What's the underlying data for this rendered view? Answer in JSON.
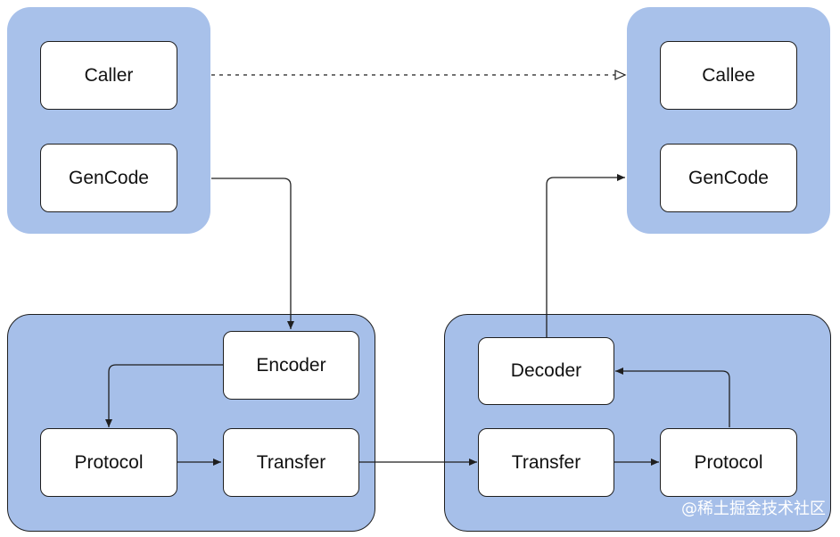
{
  "groups": [
    {
      "id": "caller-group"
    },
    {
      "id": "callee-group"
    },
    {
      "id": "client-transport-group"
    },
    {
      "id": "server-transport-group"
    }
  ],
  "nodes": {
    "caller": "Caller",
    "caller_gencode": "GenCode",
    "callee": "Callee",
    "callee_gencode": "GenCode",
    "encoder": "Encoder",
    "client_protocol": "Protocol",
    "client_transfer": "Transfer",
    "decoder": "Decoder",
    "server_transfer": "Transfer",
    "server_protocol": "Protocol"
  },
  "watermark": "@稀土掘金技术社区",
  "colors": {
    "group_fill": "#a8c1ea",
    "node_fill": "#ffffff",
    "stroke": "#1f1f1f"
  }
}
